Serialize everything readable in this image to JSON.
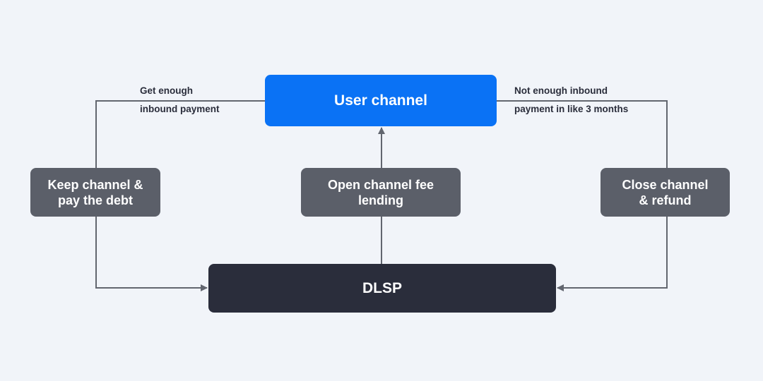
{
  "nodes": {
    "user_channel": "User channel",
    "keep_channel": [
      "Keep channel &",
      "pay the debt"
    ],
    "open_channel": [
      "Open channel fee",
      "lending"
    ],
    "close_channel": [
      "Close channel",
      "& refund"
    ],
    "dlsp": "DLSP"
  },
  "edge_labels": {
    "left": [
      "Get enough",
      "inbound payment"
    ],
    "right": [
      "Not enough inbound",
      "payment in like 3 months"
    ]
  },
  "colors": {
    "background": "#f1f4f9",
    "user_channel": "#0a72f5",
    "side_nodes": "#5b5f69",
    "dlsp": "#2a2d3b",
    "connector": "#62666f"
  }
}
